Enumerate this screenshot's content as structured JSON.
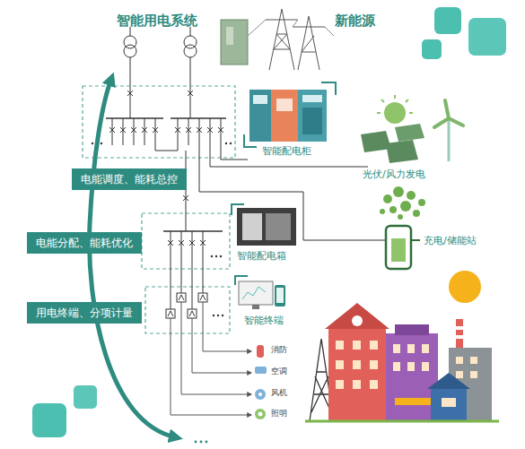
{
  "diagram": {
    "title": "智能用电系统",
    "nodes": [
      {
        "text": [
          "电能调度、能耗总控"
        ]
      },
      {
        "text": [
          "电能分配、能耗优化"
        ]
      },
      {
        "text": [
          "用电终端、分项计量"
        ]
      }
    ],
    "labels": [
      "新能源",
      "智能配电柜",
      "光伏/风力发电",
      "充电/储能站",
      "智能配电箱",
      "智能终端",
      "消防",
      "空调",
      "风机",
      "照明"
    ]
  }
}
